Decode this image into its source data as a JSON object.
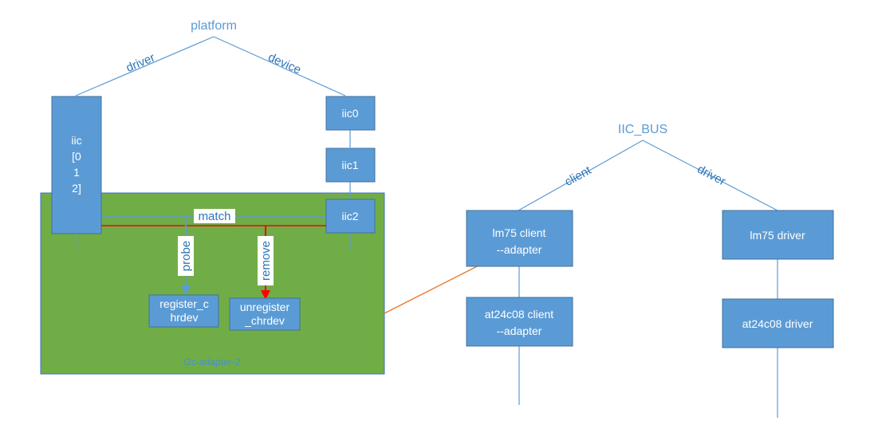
{
  "platform": {
    "title": "platform",
    "edge_driver": "driver",
    "edge_device": "device",
    "iic_driver_lines": [
      "iic",
      "[0",
      "1",
      "2]"
    ],
    "devices": [
      "iic0",
      "iic1",
      "iic2"
    ]
  },
  "adapter": {
    "caption": "i2c-adapter-2",
    "match_label": "match",
    "probe_label": "probe",
    "remove_label": "remove",
    "register_lines": [
      "register_c",
      "hrdev"
    ],
    "unregister_lines": [
      "unregister",
      "_chrdev"
    ]
  },
  "iic_bus": {
    "title": "IIC_BUS",
    "edge_client": "client",
    "edge_driver": "driver",
    "lm75_client_lines": [
      "lm75  client",
      "--adapter"
    ],
    "at24c08_client_lines": [
      "at24c08  client",
      "--adapter"
    ],
    "lm75_driver": "lm75  driver",
    "at24c08_driver": "at24c08  driver"
  },
  "colors": {
    "box_fill": "#5b9bd5",
    "green_area": "#70ad47",
    "red_line": "#ff0000",
    "orange_link": "#ed7d31"
  }
}
